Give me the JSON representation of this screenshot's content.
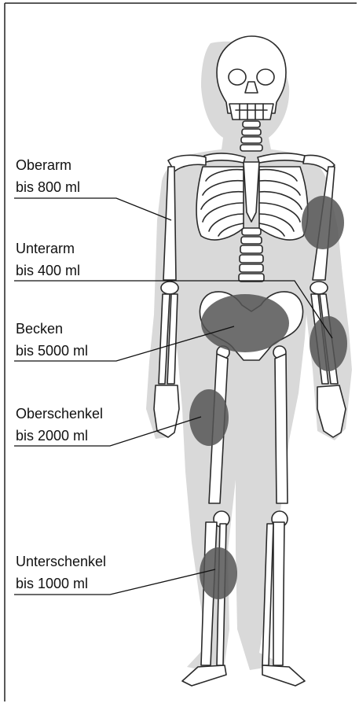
{
  "colors": {
    "background": "#ffffff",
    "frame": "#222222",
    "body_silhouette": "#d9d9d9",
    "bone": "#ffffff",
    "bone_outline": "#2a2a2a",
    "hematoma": "#555555",
    "leader_line": "#111111",
    "text": "#111111"
  },
  "regions": [
    {
      "id": "oberarm",
      "name": "Oberarm",
      "volume": "bis 800 ml"
    },
    {
      "id": "unterarm",
      "name": "Unterarm",
      "volume": "bis 400 ml"
    },
    {
      "id": "becken",
      "name": "Becken",
      "volume": "bis 5000 ml"
    },
    {
      "id": "oberschenkel",
      "name": "Oberschenkel",
      "volume": "bis 2000 ml"
    },
    {
      "id": "unterschenkel",
      "name": "Unterschenkel",
      "volume": "bis 1000 ml"
    }
  ]
}
